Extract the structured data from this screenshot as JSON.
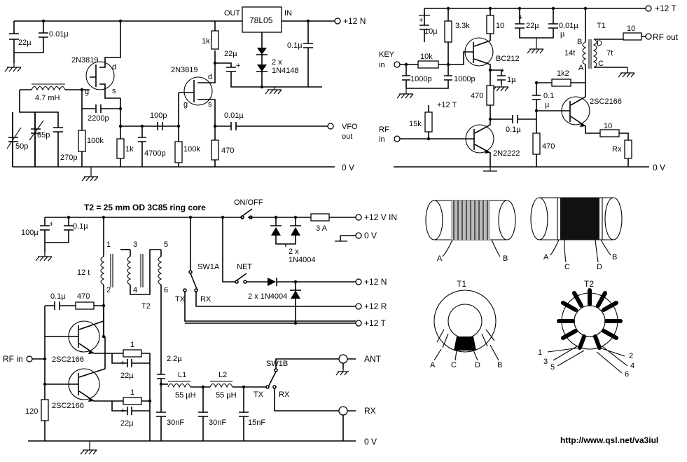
{
  "vfo": {
    "reg_out": "OUT",
    "reg_in": "IN",
    "regulator": "78L05",
    "supply": "+12 N",
    "c_22u_a": "22µ",
    "c_01u_a": "0.01µ",
    "fet1": "2N3819",
    "fet2": "2N3819",
    "inductor": "4.7 mH",
    "c_50p": "50p",
    "c_65p": "65p",
    "c_270p": "270p",
    "c_2200p": "2200p",
    "r_100k_a": "100k",
    "r_1k_a": "1k",
    "c_4700p": "4700p",
    "c_100p": "100p",
    "r_100k_b": "100k",
    "r_1k_b": "1k",
    "c_22u_b": "22µ",
    "c_01u_b": "0.01µ",
    "r_470": "470",
    "c_01u_c": "0.1µ",
    "diodes": "2 x",
    "diodes_type": "1N4148",
    "out_1": "VFO",
    "out_2": "out",
    "gnd": "0 V",
    "pin_d": "d",
    "pin_s": "s",
    "pin_g": "g",
    "plus": "+"
  },
  "keyed_amp": {
    "supply": "+12 T",
    "r_33k": "3.3k",
    "c_10u": "10µ",
    "r_10": "10",
    "c_22u": "22µ",
    "c_001u": "0.01µ",
    "c_001u_unit": "µ",
    "t1": "T1",
    "r_10_out": "10",
    "rf_out": "RF out",
    "key_1": "KEY",
    "key_2": "in",
    "r_10k": "10k",
    "c_1000p_a": "1000p",
    "c_1000p_b": "1000p",
    "q_bc212": "BC212",
    "t1_b": "B",
    "t1_d": "D",
    "t1_a": "A",
    "t1_c": "C",
    "t1_14t": "14t",
    "t1_7t": "7t",
    "c_1u": "1µ",
    "r_470_a": "470",
    "r_1k2": "1k2",
    "c_01_a": "0.1",
    "c_01_unit": "µ",
    "q_2sc2166": "2SC2166",
    "supply_b": "+12 T",
    "r_15k": "15k",
    "rf_in_1": "RF",
    "rf_in_2": "in",
    "c_01u": "0.1µ",
    "q_2n2222": "2N2222",
    "r_10_b": "10",
    "rx": "Rx",
    "r_470_b": "470",
    "gnd": "0 V",
    "plus": "+"
  },
  "power_amp": {
    "t2_note": "T2 = 25 mm OD 3C85 ring core",
    "on_off": "ON/OFF",
    "supply_in": "+12 V IN",
    "gnd_label": "0 V",
    "c_100u": "100µ",
    "c_01u_a": "0.1µ",
    "fuse": "3 A",
    "t2_pin1": "1",
    "t2_pin2": "2",
    "t2_pin3": "3",
    "t2_pin4": "4",
    "t2_pin5": "5",
    "t2_pin6": "6",
    "t2_12t": "12 t",
    "t2": "T2",
    "diodes_a": "2 x",
    "diodes_a_type": "1N4004",
    "sw1a": "SW1A",
    "net": "NET",
    "tx": "TX",
    "rx": "RX",
    "out_n": "+12 N",
    "out_r": "+12 R",
    "out_t": "+12 T",
    "diodes_b": "2 x 1N4004",
    "c_01u_b": "0.1µ",
    "r_470": "470",
    "rf_in": "RF in",
    "q1": "2SC2166",
    "q2": "2SC2166",
    "r_1_a": "1",
    "r_1_b": "1",
    "c_22u_a": "22µ",
    "c_22u_b": "22µ",
    "r_120": "120",
    "c_22u_t": "2.2µ",
    "l1": "L1",
    "l1_val": "55 µH",
    "l2": "L2",
    "l2_val": "55 µH",
    "c_30nf_a": "30nF",
    "c_30nf_b": "30nF",
    "c_15nf": "15nF",
    "sw1b": "SW1B",
    "tx_b": "TX",
    "rx_b": "RX",
    "ant": "ANT",
    "rx_out": "RX",
    "gnd": "0 V",
    "url": "http://www.qsl.net/va3iul",
    "plus": "+"
  },
  "drawings": {
    "a": "A",
    "b": "B",
    "c": "C",
    "d": "D",
    "t1": "T1",
    "t2": "T2",
    "p1": "1",
    "p2": "2",
    "p3": "3",
    "p4": "4",
    "p5": "5",
    "p6": "6"
  }
}
